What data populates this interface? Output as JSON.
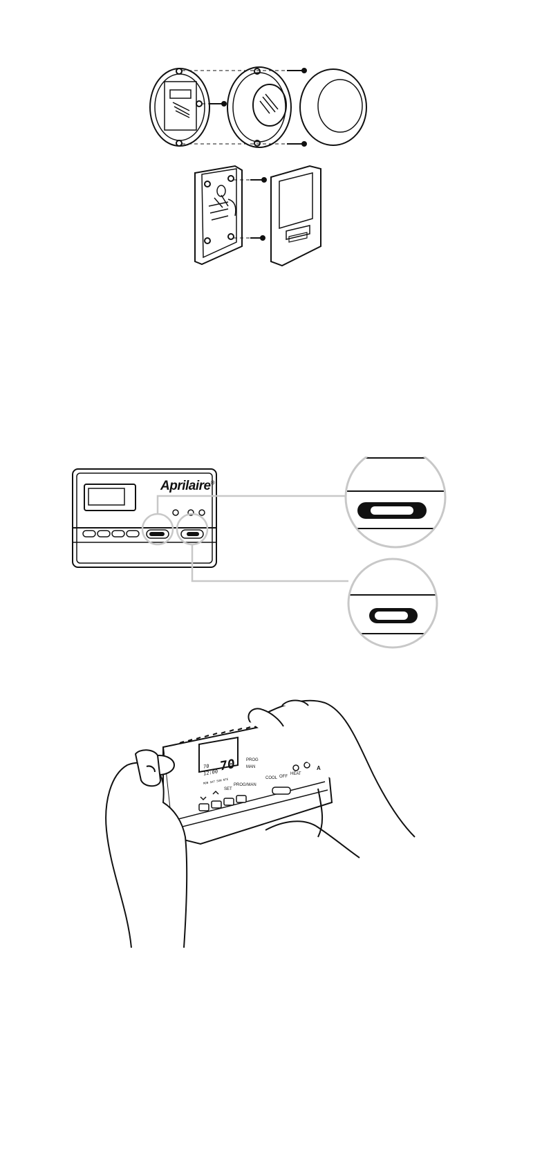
{
  "figure_2": {
    "brand_logo": "Aprilaire",
    "brand_mark": "®"
  },
  "figure_3": {
    "display": {
      "small_temp": "70",
      "time": "12:00",
      "big_temp": "70",
      "day_line": "MON  SAT  SUN  NTE",
      "mode_prog": "PROG",
      "mode_man": "MAN"
    },
    "button_labels": {
      "set": "SET",
      "prog_man": "PROG/MAN",
      "cool": "COOL",
      "off": "OFF",
      "heat": "HEAT",
      "a": "A"
    }
  }
}
